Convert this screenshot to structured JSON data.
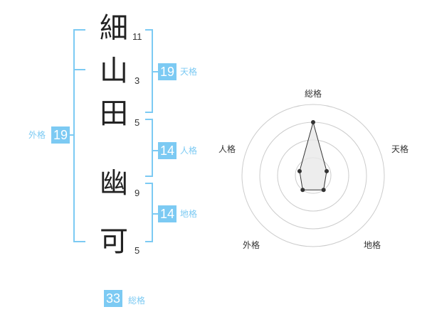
{
  "name_chars": [
    "細",
    "山",
    "田",
    "幽",
    "可"
  ],
  "stroke_counts": [
    "11",
    "3",
    "5",
    "9",
    "5"
  ],
  "gaikaku": {
    "label": "外格",
    "value": "19"
  },
  "tenkaku": {
    "label": "天格",
    "value": "19"
  },
  "jinkaku": {
    "label": "人格",
    "value": "14"
  },
  "chikaku": {
    "label": "地格",
    "value": "14"
  },
  "soukaku": {
    "label": "総格",
    "value": "33"
  },
  "radar": {
    "labels": {
      "top": "総格",
      "right_top": "天格",
      "right_bottom": "地格",
      "left_bottom": "外格",
      "left_top": "人格"
    },
    "values": {
      "soukaku": 0.75,
      "tenkaku": 0.2,
      "chikaku": 0.25,
      "gaikaku": 0.25,
      "jinkaku": 0.2
    },
    "colors": {
      "bracket": "#7ccaf3",
      "ring": "#cccccc",
      "fill": "#e8e8e8",
      "line": "#333333"
    }
  }
}
